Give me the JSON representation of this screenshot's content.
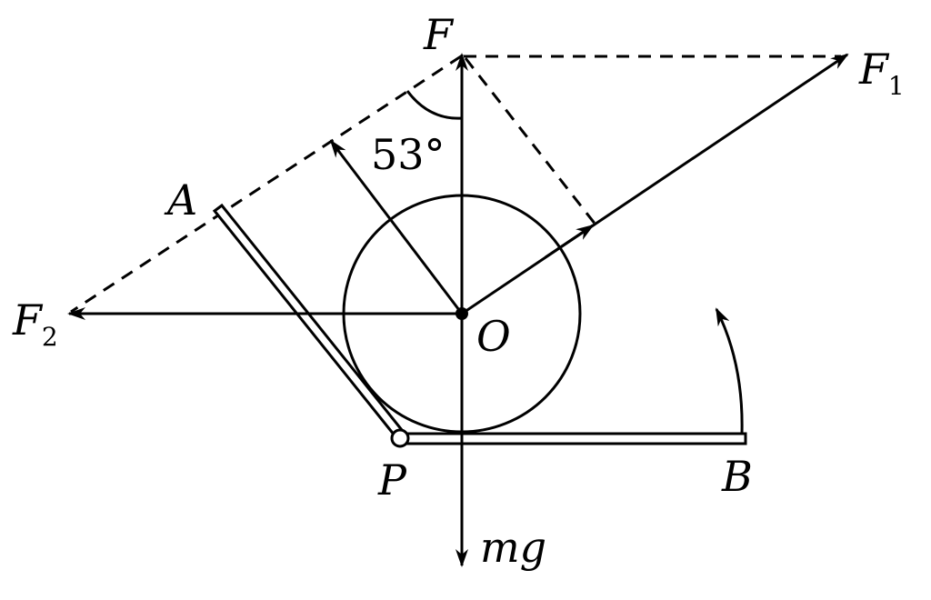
{
  "labels": {
    "F": "F",
    "F1_main": "F",
    "F1_sub": "1",
    "F2_main": "F",
    "F2_sub": "2",
    "A": "A",
    "B": "B",
    "O": "O",
    "P": "P",
    "mg": "mg",
    "angle": "53°"
  }
}
